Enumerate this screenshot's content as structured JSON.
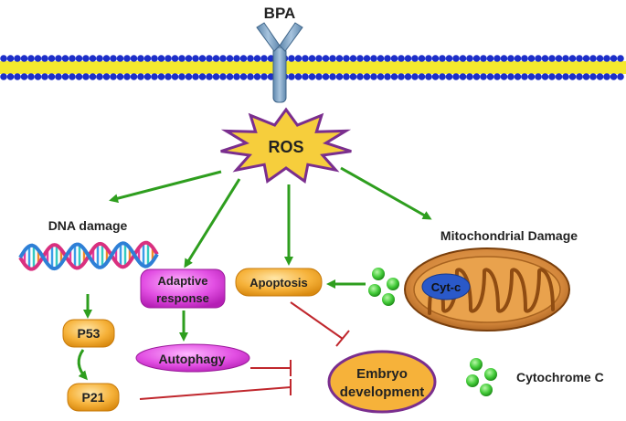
{
  "receptor_label": "BPA",
  "center_label": "ROS",
  "dna_damage_label": "DNA damage",
  "mito_damage_label": "Mitochondrial Damage",
  "cytc_label": "Cyt-c",
  "adaptive_line1": "Adaptive",
  "adaptive_line2": "response",
  "apoptosis_label": "Apoptosis",
  "autophagy_label": "Autophagy",
  "p53_label": "P53",
  "p21_label": "P21",
  "embryo_line1": "Embryo",
  "embryo_line2": "development",
  "legend_label": "Cytochrome C",
  "colors": {
    "arrow": "#2e9e1e",
    "inhibit": "#c0272d",
    "membrane_head": "#1d2fc9",
    "membrane_tail": "#f4e92e",
    "receptor": "#7fa6c8",
    "ros_fill": "#f6ce3c",
    "ros_stroke": "#7a2e8e",
    "orange_node": "#f6b23a",
    "magenta_node": "#e24fe3",
    "embryo_fill": "#f6b23a",
    "embryo_stroke": "#7a2e8e",
    "cyt_ball": "#44cc3a",
    "mito_outer": "#a8631f",
    "mito_inner": "#e9a24d",
    "cytc_oval": "#2a59c9"
  }
}
